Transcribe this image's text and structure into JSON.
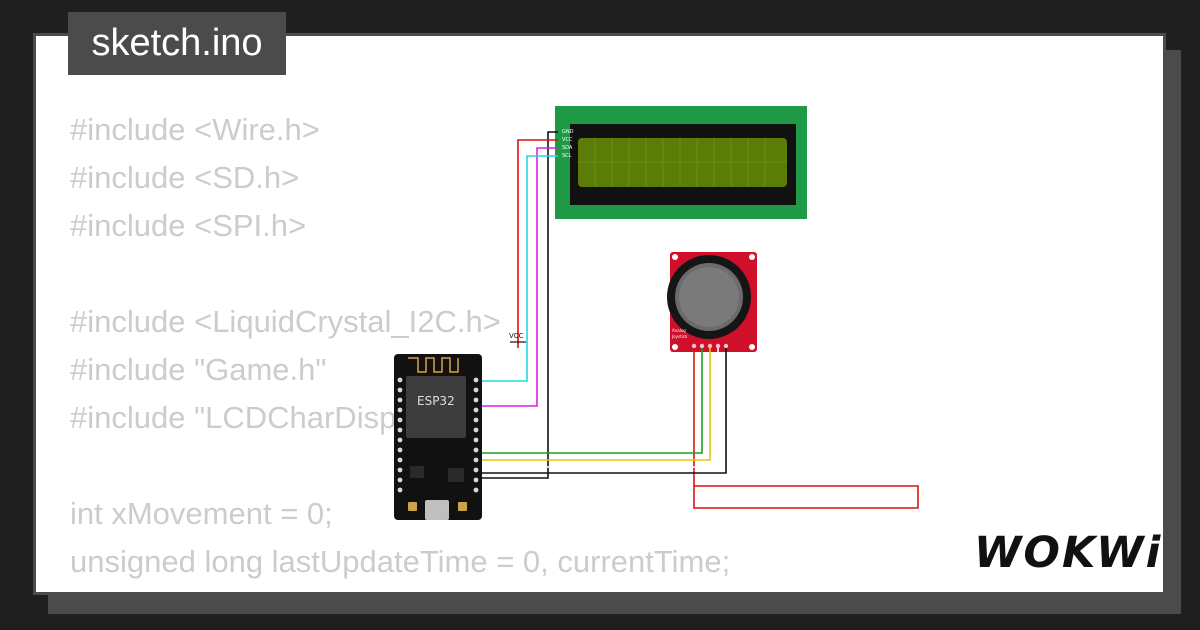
{
  "file_tab": {
    "title": "sketch.ino"
  },
  "code_lines": [
    "#include <Wire.h>",
    "#include <SD.h>",
    "#include <SPI.h>",
    "",
    "#include <LiquidCrystal_I2C.h>",
    "#include \"Game.h\"",
    "#include \"LCDCharDisplay.h\"",
    "",
    "int xMovement = 0;",
    "unsigned long lastUpdateTime = 0, currentTime;"
  ],
  "esp32": {
    "label": "ESP32"
  },
  "lcd": {
    "pins": [
      "GND",
      "VCC",
      "SDA",
      "SCL"
    ]
  },
  "joystick": {
    "label_line1": "Analog",
    "label_line2": "Joystick"
  },
  "vcc_label": "VCC",
  "brand": {
    "logo_text": "WOKWi"
  },
  "colors": {
    "background": "#1f1f1f",
    "tab": "#4b4b4b",
    "code_text": "#cccccc",
    "lcd_board": "#1e9a47",
    "lcd_screen": "#5b7d08",
    "joystick_board": "#d0102a",
    "wire_red": "#e01010",
    "wire_cyan": "#22d8e0",
    "wire_magenta": "#e020e0",
    "wire_green": "#1aa01a",
    "wire_yellow": "#e8c800"
  }
}
